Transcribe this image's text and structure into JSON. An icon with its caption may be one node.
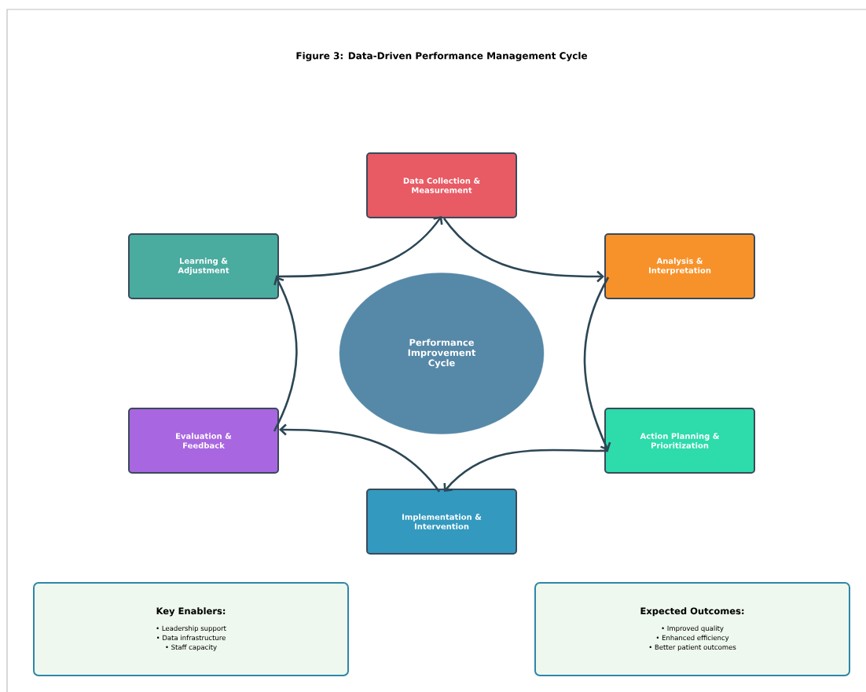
{
  "diagram": {
    "title": "Figure 3: Data-Driven Performance Management Cycle",
    "nodes": [
      {
        "text": [
          "Performance Improvement Cycle"
        ]
      },
      {
        "text": [
          "Data Collection & Measurement"
        ]
      },
      {
        "text": [
          "Analysis & Interpretation"
        ]
      },
      {
        "text": [
          "Action Planning & Prioritization"
        ]
      },
      {
        "text": [
          "Implementation & Intervention"
        ]
      },
      {
        "text": [
          "Evaluation & Feedback"
        ]
      },
      {
        "text": [
          "Learning & Adjustment"
        ]
      },
      {
        "text": [
          "Key Enablers:",
          "• Leadership support",
          "• Data infrastructure",
          "• Staff capacity"
        ]
      },
      {
        "text": [
          "Expected Outcomes:",
          "• Improved quality",
          "• Enhanced efficiency",
          "• Better patient outcomes"
        ]
      }
    ],
    "edges": [
      {
        "from": 1,
        "to": 2,
        "arrow": "to"
      },
      {
        "from": 2,
        "to": 3,
        "arrow": "to"
      },
      {
        "from": 3,
        "to": 4,
        "arrow": "to"
      },
      {
        "from": 4,
        "to": 5,
        "arrow": "to"
      },
      {
        "from": 5,
        "to": 6,
        "arrow": "to"
      },
      {
        "from": 6,
        "to": 1,
        "arrow": "to"
      }
    ]
  }
}
